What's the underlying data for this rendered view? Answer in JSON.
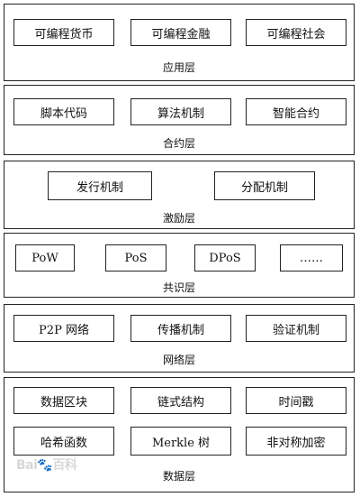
{
  "layers": {
    "application": {
      "caption": "应用层",
      "items": [
        "可编程货币",
        "可编程金融",
        "可编程社会"
      ]
    },
    "contract": {
      "caption": "合约层",
      "items": [
        "脚本代码",
        "算法机制",
        "智能合约"
      ]
    },
    "incentive": {
      "caption": "激励层",
      "items": [
        "发行机制",
        "分配机制"
      ]
    },
    "consensus": {
      "caption": "共识层",
      "items": [
        "PoW",
        "PoS",
        "DPoS",
        "……"
      ]
    },
    "network": {
      "caption": "网络层",
      "items": [
        "P2P 网络",
        "传播机制",
        "验证机制"
      ]
    },
    "data": {
      "caption": "数据层",
      "items": [
        "数据区块",
        "链式结构",
        "时间戳",
        "哈希函数",
        "Merkle 树",
        "非对称加密"
      ]
    }
  },
  "watermark": "Bai🐾百科"
}
